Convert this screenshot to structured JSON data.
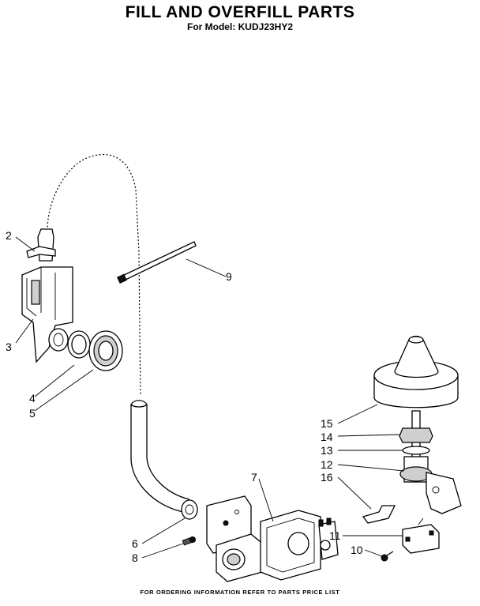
{
  "header": {
    "title": "FILL AND OVERFILL PARTS",
    "subtitle": "For Model: KUDJ23HY2"
  },
  "footer": {
    "note": "FOR ORDERING INFORMATION REFER TO PARTS PRICE LIST"
  },
  "callouts": {
    "c2": "2",
    "c3": "3",
    "c4": "4",
    "c5": "5",
    "c6": "6",
    "c7": "7",
    "c8": "8",
    "c9": "9",
    "c10": "10",
    "c11": "11",
    "c12": "12",
    "c13": "13",
    "c14": "14",
    "c15": "15",
    "c16": "16"
  }
}
